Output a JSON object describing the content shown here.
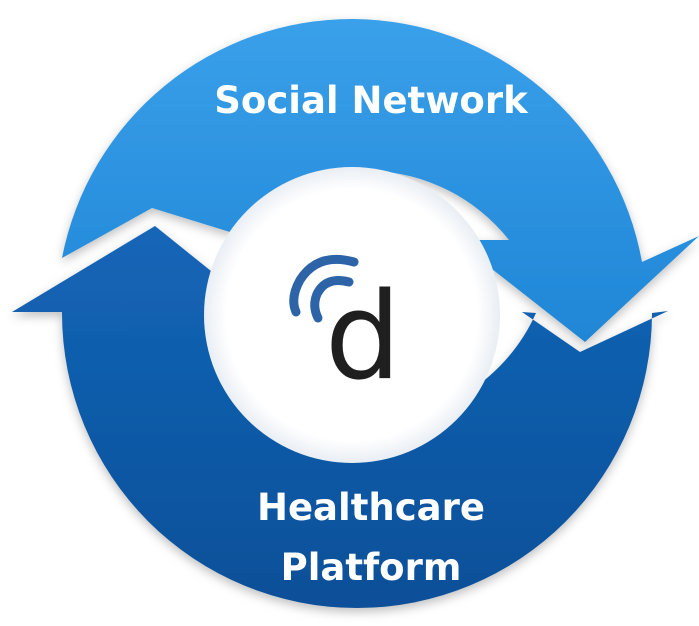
{
  "diagram": {
    "top_label": "Social Network",
    "bottom_label_line1": "Healthcare",
    "bottom_label_line2": "Platform",
    "logo_letter": "d"
  },
  "colors": {
    "top_arrow": "#2a8fdc",
    "bottom_arrow": "#0d5ba8",
    "logo_waves": "#2d63a7",
    "logo_letter": "#1f1f1f",
    "center": "#ffffff"
  },
  "icons": {
    "logo_mark": "signal-d-logo-icon",
    "top_arrow": "clockwise-arrow-icon",
    "bottom_arrow": "counterclockwise-arrow-icon"
  }
}
